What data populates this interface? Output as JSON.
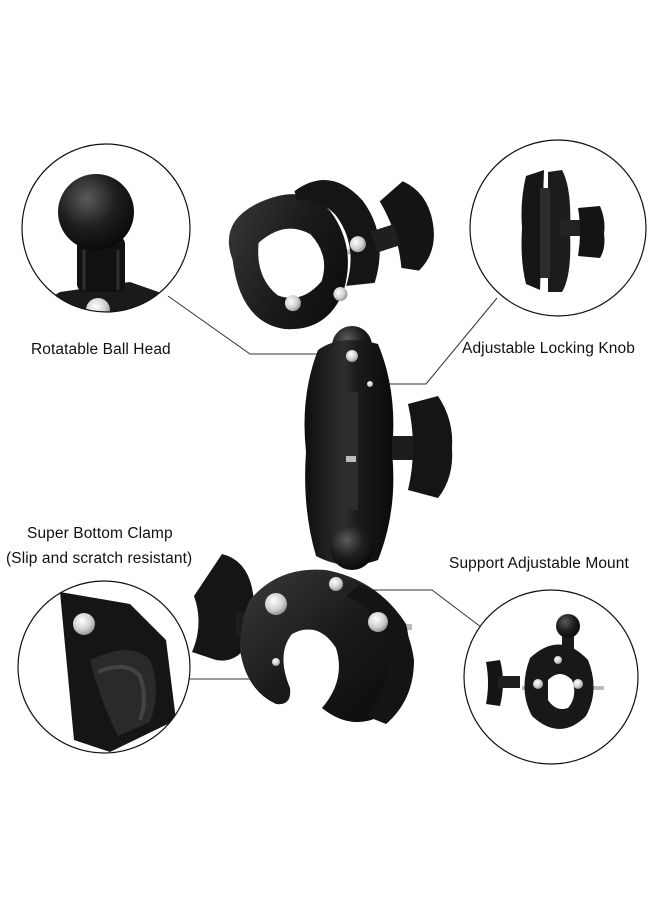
{
  "labels": {
    "rotatable_ball_head": "Rotatable Ball Head",
    "adjustable_locking_knob": "Adjustable Locking Knob",
    "super_bottom_clamp": "Super Bottom Clamp",
    "slip_and_scratch": "(Slip and scratch resistant)",
    "support_adjustable_mount": "Support  Adjustable Mount"
  },
  "colors": {
    "background": "#ffffff",
    "product": "#1c1c1c",
    "product_highlight": "#3a3a3a",
    "steel": "#cfcfcf",
    "callout_line": "#333333"
  }
}
